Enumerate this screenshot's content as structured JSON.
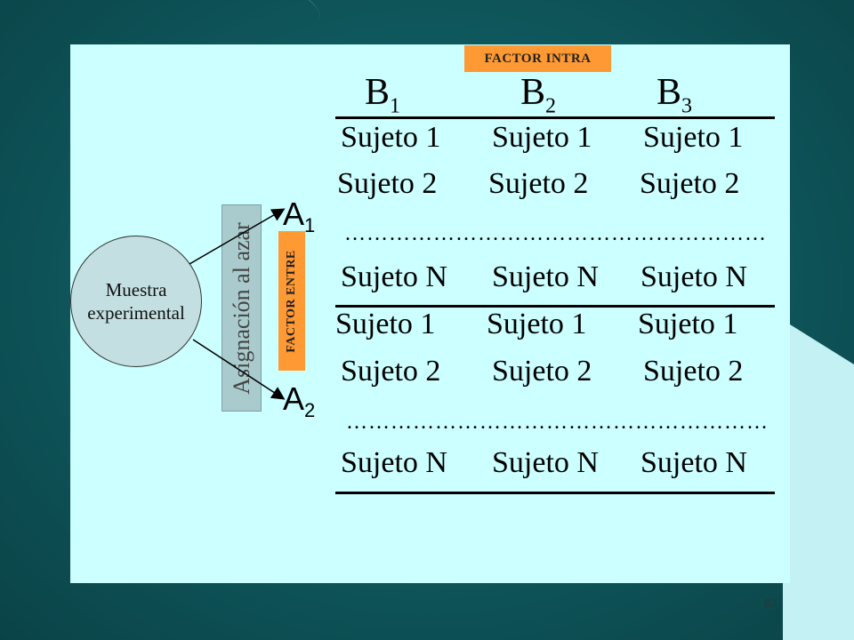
{
  "factor_intra": "FACTOR INTRA",
  "factor_entre": "FACTOR ENTRE",
  "asignacion": "Asignación al azar",
  "muestra": {
    "line1": "Muestra",
    "line2": "experimental"
  },
  "groups": {
    "a1": {
      "letter": "A",
      "sub": "1"
    },
    "a2": {
      "letter": "A",
      "sub": "2"
    }
  },
  "columns": [
    {
      "letter": "B",
      "sub": "1"
    },
    {
      "letter": "B",
      "sub": "2"
    },
    {
      "letter": "B",
      "sub": "3"
    }
  ],
  "rows": {
    "g1r1": [
      "Sujeto 1",
      "Sujeto 1",
      "Sujeto 1"
    ],
    "g1r2": [
      "Sujeto 2",
      "Sujeto 2",
      "Sujeto 2"
    ],
    "g1rN": [
      "Sujeto N",
      "Sujeto N",
      "Sujeto N"
    ],
    "g2r1": [
      "Sujeto 1",
      "Sujeto 1",
      "Sujeto 1"
    ],
    "g2r2": [
      "Sujeto 2",
      "Sujeto 2",
      "Sujeto 2"
    ],
    "g2rN": [
      "Sujeto N",
      "Sujeto N",
      "Sujeto N"
    ]
  },
  "ellipsis": "………………………………………………………",
  "page_number": "87"
}
